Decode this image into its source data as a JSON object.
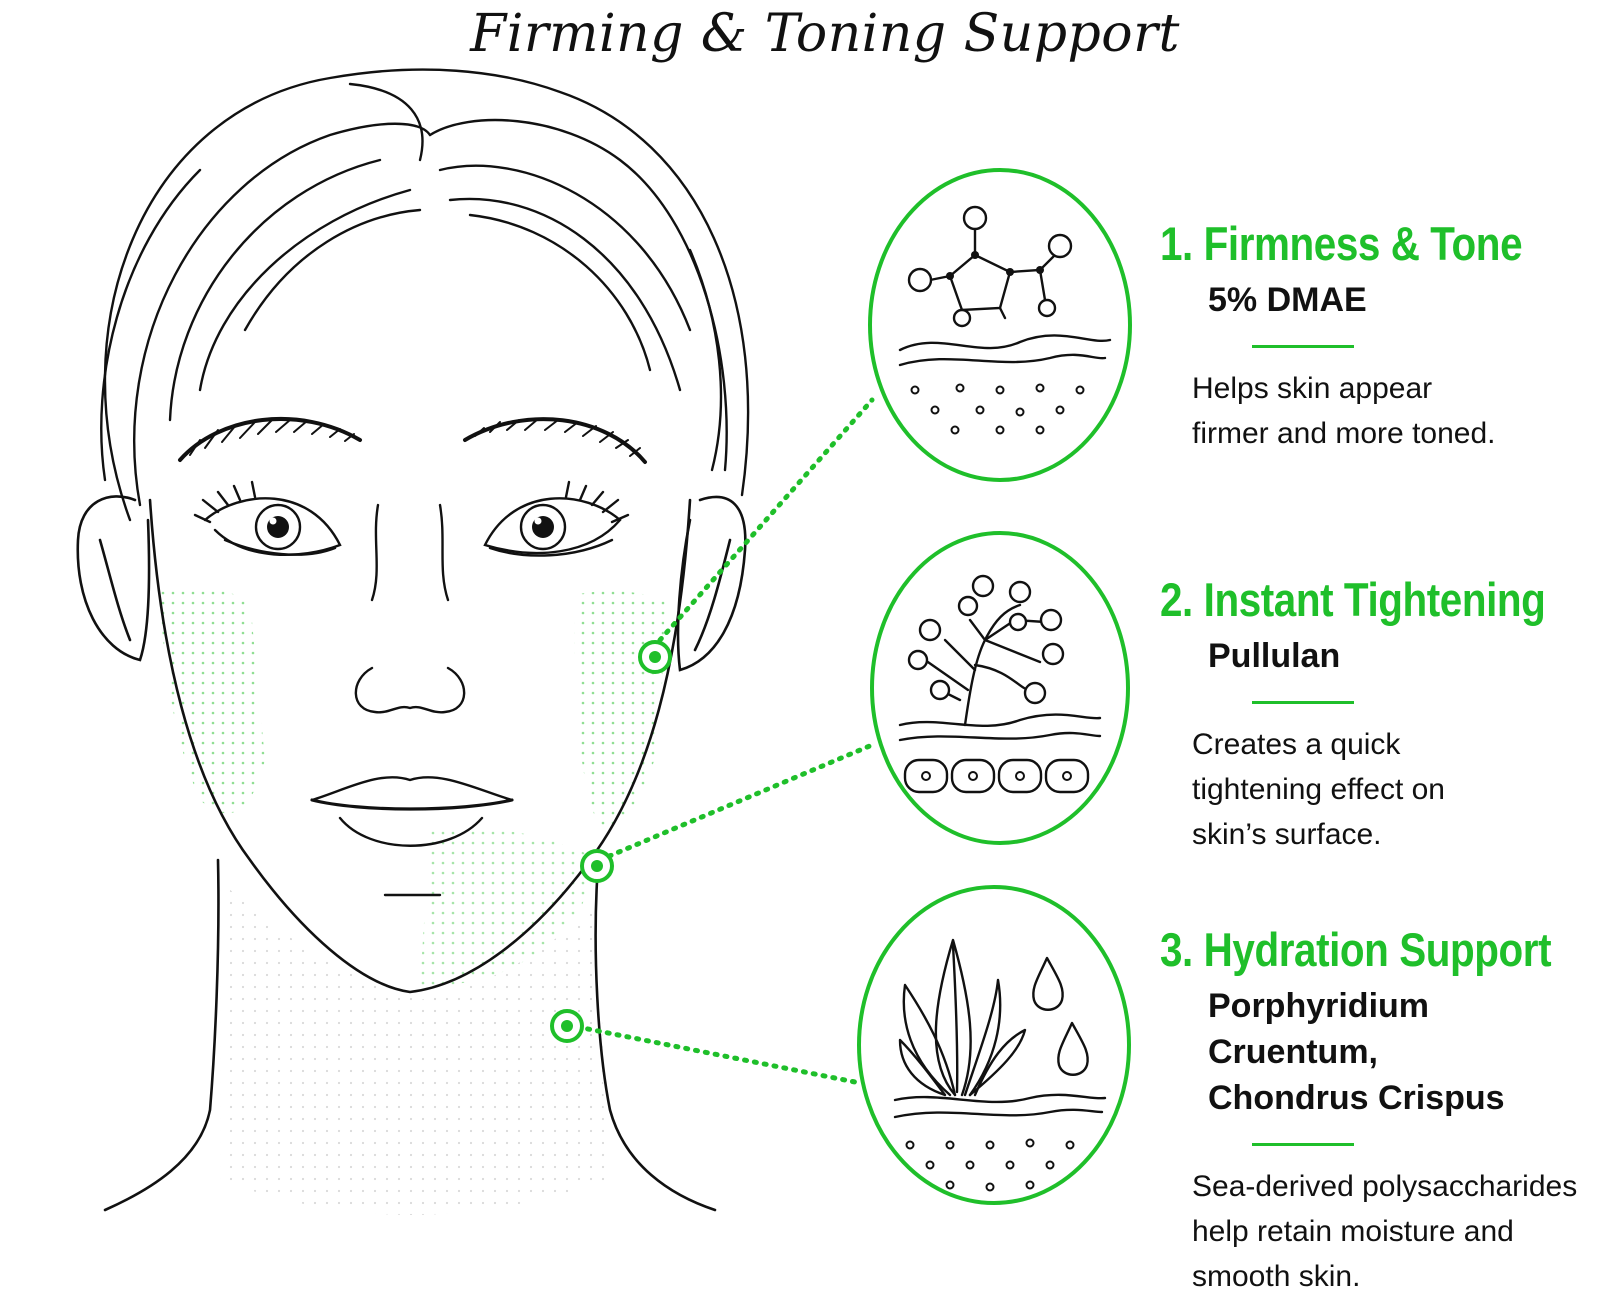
{
  "title": "Firming & Toning Support",
  "accent_color": "#1fbf2a",
  "line_color": "#111111",
  "callouts": [
    {
      "heading": "1. Firmness & Tone",
      "ingredient": "5% DMAE",
      "description": "Helps skin appear\nfirmer and more toned.",
      "icon": "molecule-icon"
    },
    {
      "heading": "2. Instant Tightening",
      "ingredient": "Pullulan",
      "description": "Creates a quick\ntightening effect on\nskin’s surface.",
      "icon": "branching-polymer-icon"
    },
    {
      "heading": "3. Hydration Support",
      "ingredient": "Porphyridium Cruentum,\nChondrus Crispus",
      "description": "Sea-derived polysaccharides\nhelp retain moisture and\nsmooth skin.",
      "icon": "seaweed-droplets-icon"
    }
  ]
}
